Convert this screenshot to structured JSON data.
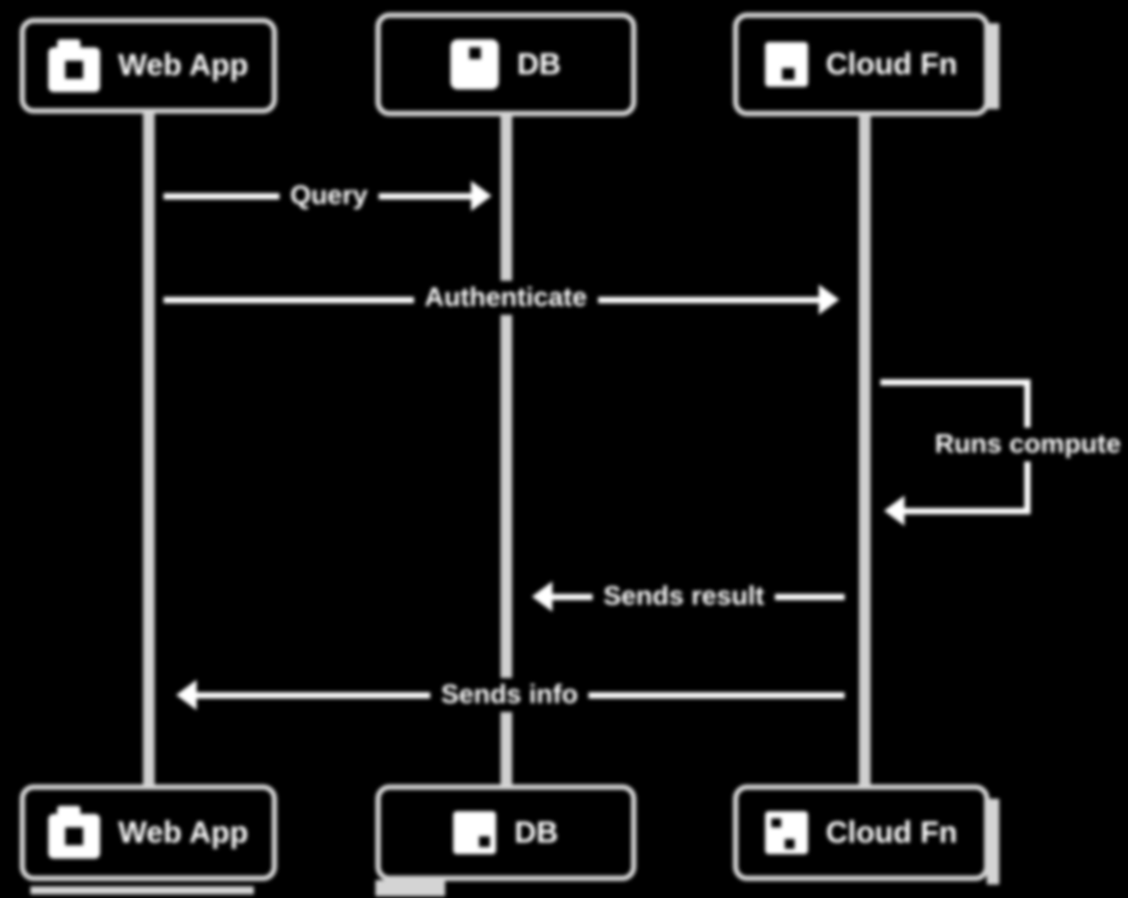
{
  "diagram": {
    "type": "sequence",
    "theme": {
      "background": "#000000",
      "box_border": "#d5d5d5",
      "lifeline": "#d0d0d0",
      "arrow": "#ffffff",
      "text": "#ffffff"
    },
    "actors": {
      "top": [
        {
          "id": "webapp",
          "label": "Web App",
          "icon": "camera-app-icon"
        },
        {
          "id": "db",
          "label": "DB",
          "icon": "disk-icon"
        },
        {
          "id": "cloudfn",
          "label": "Cloud Fn",
          "icon": "function-box-icon"
        }
      ],
      "bottom": [
        {
          "id": "webapp",
          "label": "Web App",
          "icon": "camera-app-icon"
        },
        {
          "id": "db",
          "label": "DB",
          "icon": "disk-icon"
        },
        {
          "id": "cloudfn",
          "label": "Cloud Fn",
          "icon": "function-box-icon"
        }
      ]
    },
    "messages": [
      {
        "from": "webapp",
        "to": "db",
        "label": "Query",
        "kind": "solid-right"
      },
      {
        "from": "webapp",
        "to": "cloudfn",
        "label": "Authenticate",
        "kind": "solid-right"
      },
      {
        "from": "cloudfn",
        "to": "cloudfn",
        "label": "Runs compute",
        "kind": "self-loop"
      },
      {
        "from": "cloudfn",
        "to": "db",
        "label": "Sends result",
        "kind": "solid-left"
      },
      {
        "from": "cloudfn",
        "to": "webapp",
        "label": "Sends info",
        "kind": "solid-left"
      }
    ]
  }
}
